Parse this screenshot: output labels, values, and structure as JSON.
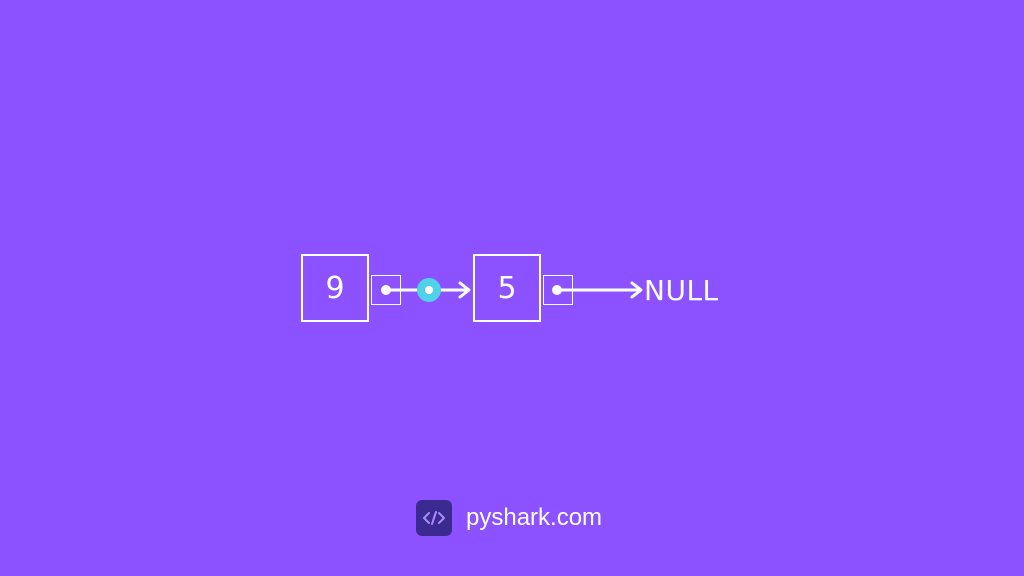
{
  "diagram": {
    "type": "linked-list",
    "nodes": [
      {
        "value": "9"
      },
      {
        "value": "5"
      }
    ],
    "terminal": "NULL"
  },
  "footer": {
    "brand": "pyshark.com",
    "logo_icon": "code-brackets-icon"
  },
  "colors": {
    "background": "#8c52ff",
    "foreground": "#ffffff",
    "cursor_accent": "#4fd1e8",
    "logo_bg": "#3b2a8f"
  }
}
